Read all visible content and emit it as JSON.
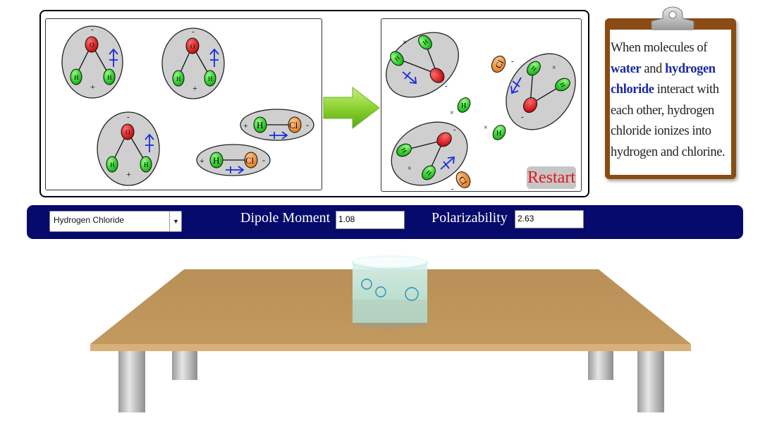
{
  "diagram": {
    "restart_label": "Restart",
    "atom_labels": {
      "oxygen": "O",
      "hydrogen": "H",
      "chlorine": "Cl"
    },
    "charge_labels": {
      "negative": "-",
      "positive": "+",
      "partial_positive": "×"
    }
  },
  "clipboard": {
    "text_1": "When molecules of",
    "water": "water",
    "and": " and ",
    "hydrogen": "hydrogen",
    "chloride": "chloride",
    "text_2": " interact with each other, hydrogen chloride ionizes into hydrogen and chlorine."
  },
  "controls": {
    "molecule_select_value": "Hydrogen Chloride",
    "dipole_label": "Dipole Moment",
    "dipole_value": "1.08",
    "polarizability_label": "Polarizability",
    "polarizability_value": "2.63"
  },
  "colors": {
    "control_bar": "#050a6b",
    "oxygen": "#e0141a",
    "hydrogen": "#1fd41a",
    "chlorine": "#f0923a",
    "molecule_shell": "#cfcfcf",
    "arrow": "#8ad12c",
    "restart_text": "#e0161a",
    "table_top": "#bb9458"
  }
}
